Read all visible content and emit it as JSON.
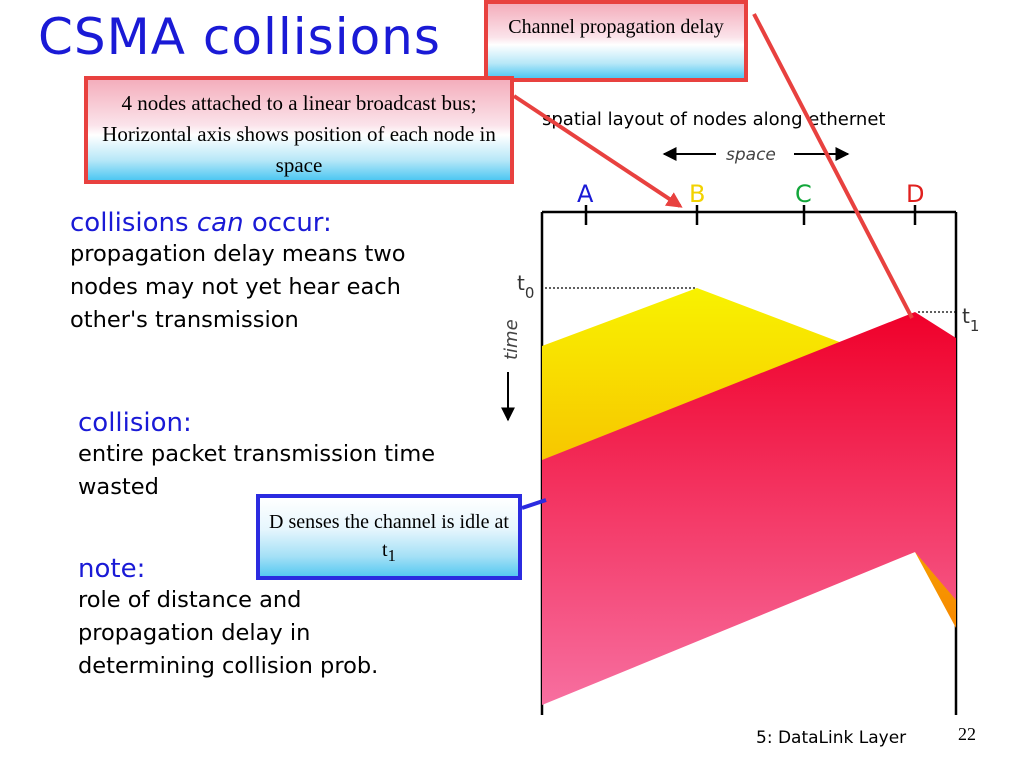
{
  "slide": {
    "title": "CSMA collisions",
    "page_number": "22",
    "footer": "5: DataLink Layer"
  },
  "callouts": {
    "propagation": "Channel propagation delay",
    "nodes": "4 nodes attached to a linear broadcast bus; Horizontal axis shows position of each node in space",
    "d_senses_prefix": "D senses the channel is idle at t",
    "d_senses_sub": "1"
  },
  "sections": [
    {
      "heading_a": "collisions ",
      "heading_em": "can",
      "heading_b": " occur:",
      "body": "propagation delay means two nodes may not yet hear each other's transmission"
    },
    {
      "heading": "collision:",
      "body": "entire packet transmission time wasted"
    },
    {
      "heading": "note:",
      "body": "role of distance and propagation delay in determining collision prob."
    }
  ],
  "diagram": {
    "caption": "spatial layout of nodes along ethernet",
    "space_label": "space",
    "time_label": "time",
    "nodes": [
      {
        "label": "A",
        "color": "#1a1ad6"
      },
      {
        "label": "B",
        "color": "#f2d200"
      },
      {
        "label": "C",
        "color": "#12a63a"
      },
      {
        "label": "D",
        "color": "#e0201e"
      }
    ],
    "t0_main": "t",
    "t0_sub": "0",
    "t1_main": "t",
    "t1_sub": "1"
  },
  "colors": {
    "accent_blue": "#1a1ad6",
    "callout_red_border": "#e8413f",
    "callout_blue_border": "#2b2be0",
    "yellow_transmission": "#f5ef00",
    "red_transmission": "#ef0a2c",
    "orange_transmission": "#f79a00"
  }
}
